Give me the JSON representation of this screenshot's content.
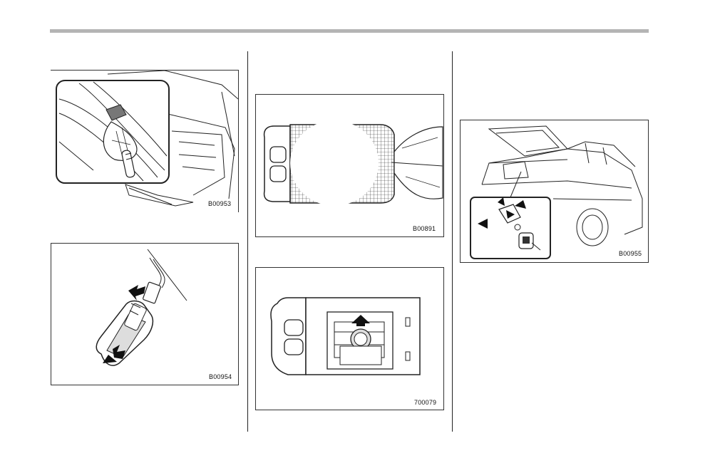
{
  "figures": {
    "fig1": {
      "code": "B00953"
    },
    "fig2": {
      "code": "B00954"
    },
    "fig3": {
      "code": "B00891"
    },
    "fig4": {
      "code": "700079"
    },
    "fig5": {
      "code": "B00955"
    }
  }
}
